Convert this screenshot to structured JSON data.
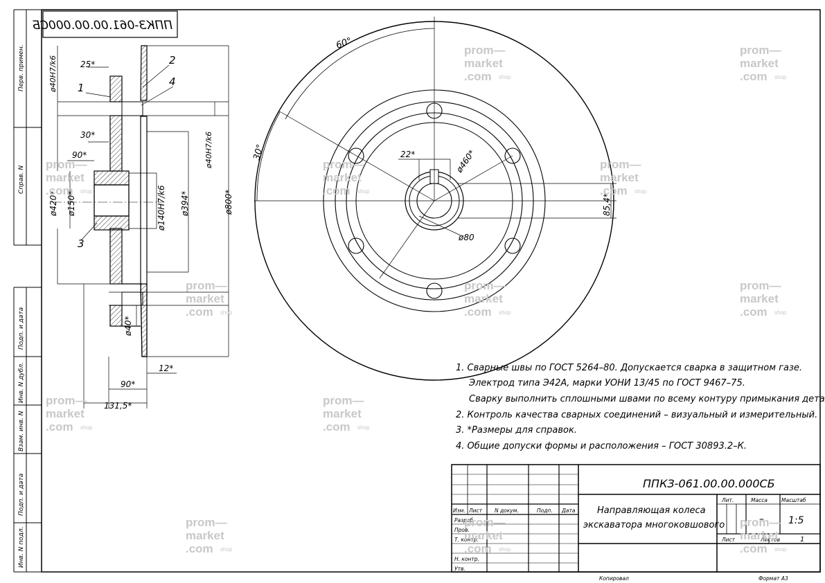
{
  "drawing": {
    "number": "ППКЗ-061.00.00.000СБ",
    "number_mirrored": "ППКЗ-061.00.00.000СБ",
    "title_line1": "Направляющая колеса",
    "title_line2": "экскаватора многоковшового",
    "scale": "1:5",
    "sheets": "1",
    "mass": "–",
    "copied": "Копировал",
    "format": "Формат А3"
  },
  "title_block": {
    "col_izm": "Изм.",
    "col_list": "Лист",
    "col_doc": "N докум.",
    "col_sign": "Подп.",
    "col_date": "Дата",
    "row_razrab": "Разраб.",
    "row_prov": "Пров.",
    "row_tkontr": "Т. контр.",
    "row_nkontr": "Н. контр.",
    "row_utv": "Утв.",
    "lit_header": "Лит.",
    "mass_header": "Масса",
    "scale_header": "Масштаб",
    "sheet_label": "Лист",
    "sheets_label": "Листов"
  },
  "side_strip": {
    "perv_primen": "Перв. примен.",
    "sprav_n": "Справ. N",
    "podp_data_1": "Подп. и дата",
    "inv_dubl": "Инв. N дубл.",
    "vzam_inv": "Взам. инв. N",
    "podp_data_2": "Подп. и дата",
    "inv_podl": "Инв. N подл."
  },
  "notes": [
    "1.  Сварные швы по ГОСТ 5264–80.  Допускается сварка в защитном газе.",
    "Электрод типа Э42А, марки УОНИ 13/45  по ГОСТ 9467–75.",
    "Сварку выполнить сплошными швами по всему контуру примыкания деталей.",
    "2.  Контроль качества сварных соединений – визуальный и измерительный.",
    "3.  *Размеры для справок.",
    "4.  Общие допуски формы и расположения  –  ГОСТ 30893.2–К."
  ],
  "dimensions": {
    "d_25": "25*",
    "d_30": "30*",
    "d_90_top": "90*",
    "d_420": "ø420*",
    "d_150": "ø150*",
    "d_40h7_left": "ø40H7/k6",
    "d_140h7": "ø140H7/k6",
    "d_394": "ø394*",
    "d_40h7_right": "ø40H7/k6",
    "d_800": "ø800*",
    "d_40_lower": "ø40*",
    "d_12": "12*",
    "d_90_bottom": "90*",
    "d_131": "131,5*",
    "angle_60": "60°",
    "angle_30": "30°",
    "d_22": "22*",
    "d_460": "ø460*",
    "d_80": "ø80",
    "d_854": "85,4*"
  },
  "callouts": [
    "1",
    "2",
    "3",
    "4"
  ],
  "watermark": {
    "line1": "prom—",
    "line2": "market",
    "line3": ".com",
    "shop": "shop"
  }
}
